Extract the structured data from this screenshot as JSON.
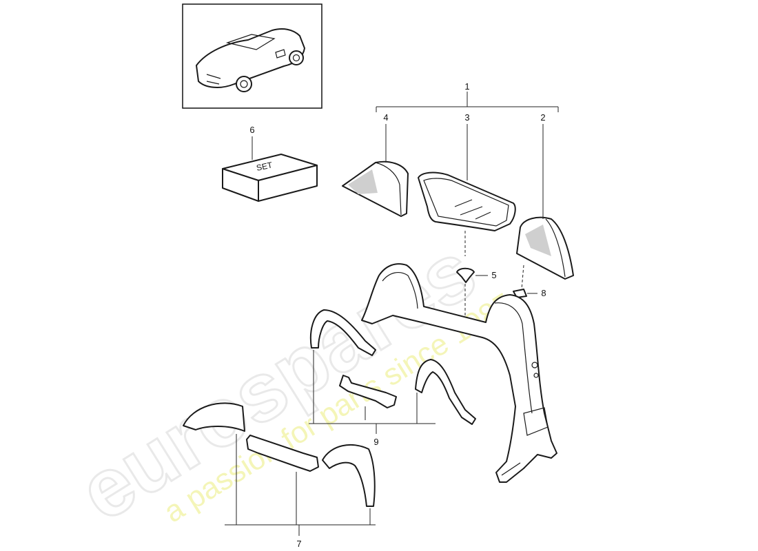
{
  "diagram": {
    "callouts": {
      "c1": "1",
      "c2": "2",
      "c3": "3",
      "c4": "4",
      "c5": "5",
      "c6": "6",
      "c7": "7",
      "c8": "8",
      "c9": "9"
    },
    "set_box_label": "SET"
  },
  "watermark": {
    "brand": "eurospares",
    "tagline": "a passion for parts since 1985"
  }
}
